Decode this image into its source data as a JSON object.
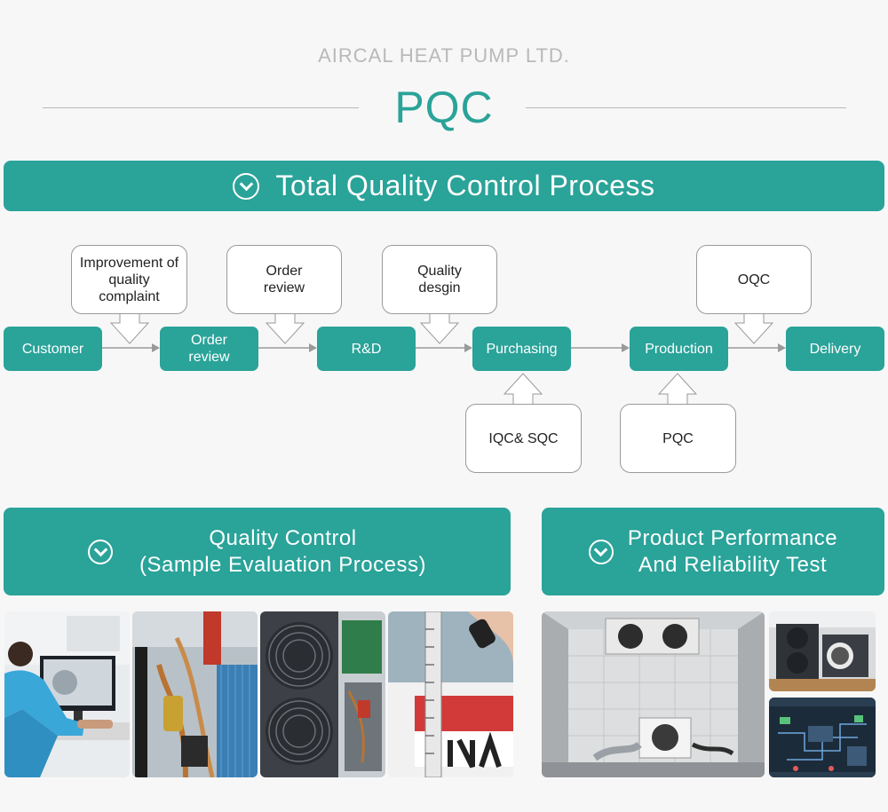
{
  "header": {
    "company": "AIRCAL HEAT PUMP LTD.",
    "title": "PQC"
  },
  "process_banner": {
    "title": "Total Quality Control Process"
  },
  "flow": {
    "steps": [
      "Customer",
      "Order review",
      "R&D",
      "Purchasing",
      "Production",
      "Delivery"
    ],
    "top_callouts": [
      "Improvement of quality complaint",
      "Order review",
      "Quality desgin",
      "OQC"
    ],
    "bottom_callouts": [
      "IQC& SQC",
      "PQC"
    ]
  },
  "quality_banner": {
    "line1": "Quality Control",
    "line2": "(Sample Evaluation Process)"
  },
  "test_banner": {
    "line1": "Product Performance",
    "line2": "And Reliability Test"
  },
  "photos": {
    "sample": [
      "engineer-at-computer",
      "heat-pump-internal-piping",
      "heat-pump-unit-open",
      "measuring-ruler"
    ],
    "test": [
      "test-chamber",
      "heat-pump-units",
      "control-screen"
    ]
  },
  "colors": {
    "accent": "#2aa399",
    "background": "#f7f7f7",
    "muted_text": "#b9b9b9"
  }
}
